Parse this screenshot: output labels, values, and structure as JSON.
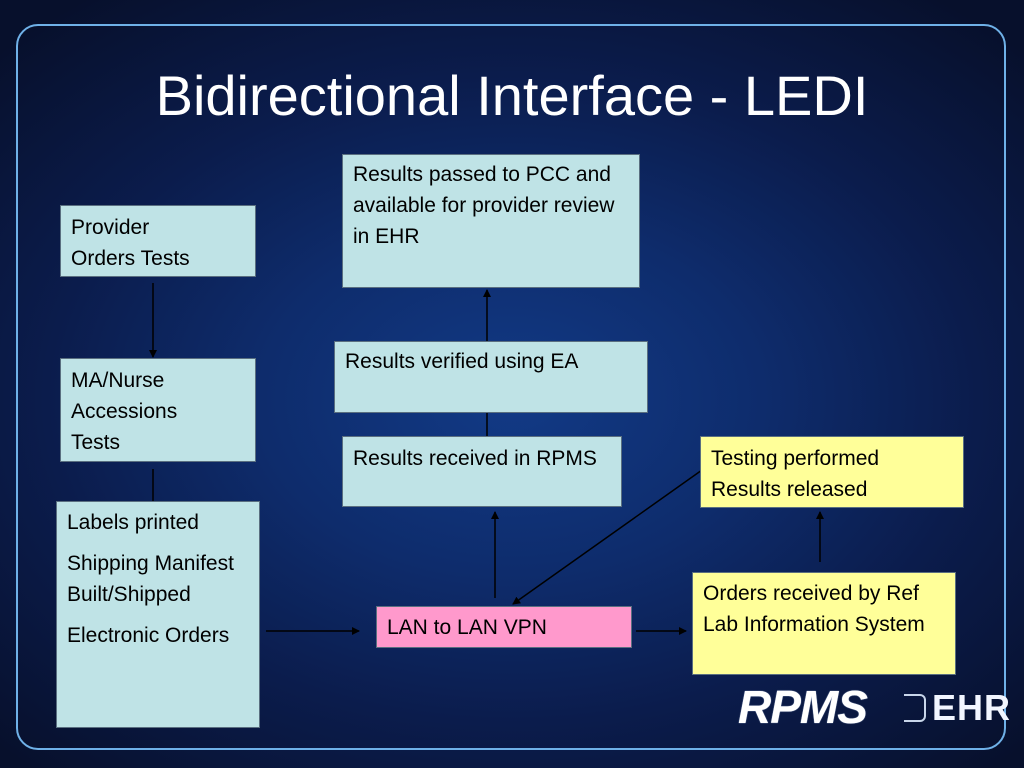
{
  "slide": {
    "title": "Bidirectional Interface - LEDI"
  },
  "nodes": {
    "provider_orders": {
      "lines": [
        "Provider",
        "Orders Tests"
      ]
    },
    "ma_nurse": {
      "lines": [
        "MA/Nurse",
        "Accessions",
        "Tests"
      ]
    },
    "labels_printed": {
      "paragraphs": [
        "Labels printed",
        "Shipping Manifest Built/Shipped",
        "Electronic Orders"
      ]
    },
    "lan_vpn": {
      "text": "LAN to LAN VPN"
    },
    "orders_received": {
      "text": "Orders received by Ref Lab Information System"
    },
    "testing_performed": {
      "lines": [
        "Testing performed",
        "Results released"
      ]
    },
    "results_received": {
      "text": "Results received in RPMS"
    },
    "results_verified": {
      "text": "Results verified using EA"
    },
    "results_passed": {
      "text": "Results passed to PCC and available for provider review in EHR"
    }
  },
  "logo": {
    "brand": "RPMS",
    "suffix": "EHR"
  },
  "colors": {
    "teal_box": "#bfe3e6",
    "yellow_box": "#ffff99",
    "pink_box": "#ff99cc",
    "frame": "#6fb1e8",
    "background": "#0e2c6c"
  }
}
